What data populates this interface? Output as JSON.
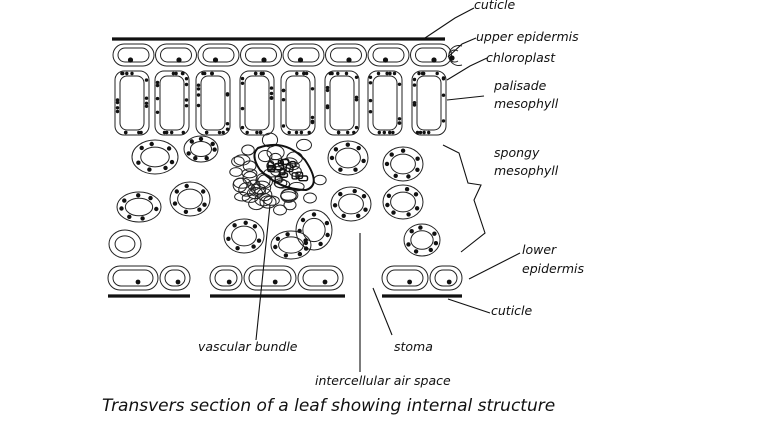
{
  "figure": {
    "title": "Transvers section of a leaf showing internal structure",
    "labels": {
      "cuticle_top": "cuticle",
      "upper_epidermis": "upper epidermis",
      "chloroplast": "chloroplast",
      "palisade_line1": "palisade",
      "palisade_line2": "mesophyll",
      "spongy_line1": "spongy",
      "spongy_line2": "mesophyll",
      "lower_epidermis_line1": "lower",
      "lower_epidermis_line2": "epidermis",
      "cuticle_bottom": "cuticle",
      "vascular_bundle": "vascular bundle",
      "stoma": "stoma",
      "intercellular_air_space": "intercellular air space"
    },
    "layers": {
      "upper_epidermis_cells": 8,
      "palisade_cells": 8
    }
  }
}
